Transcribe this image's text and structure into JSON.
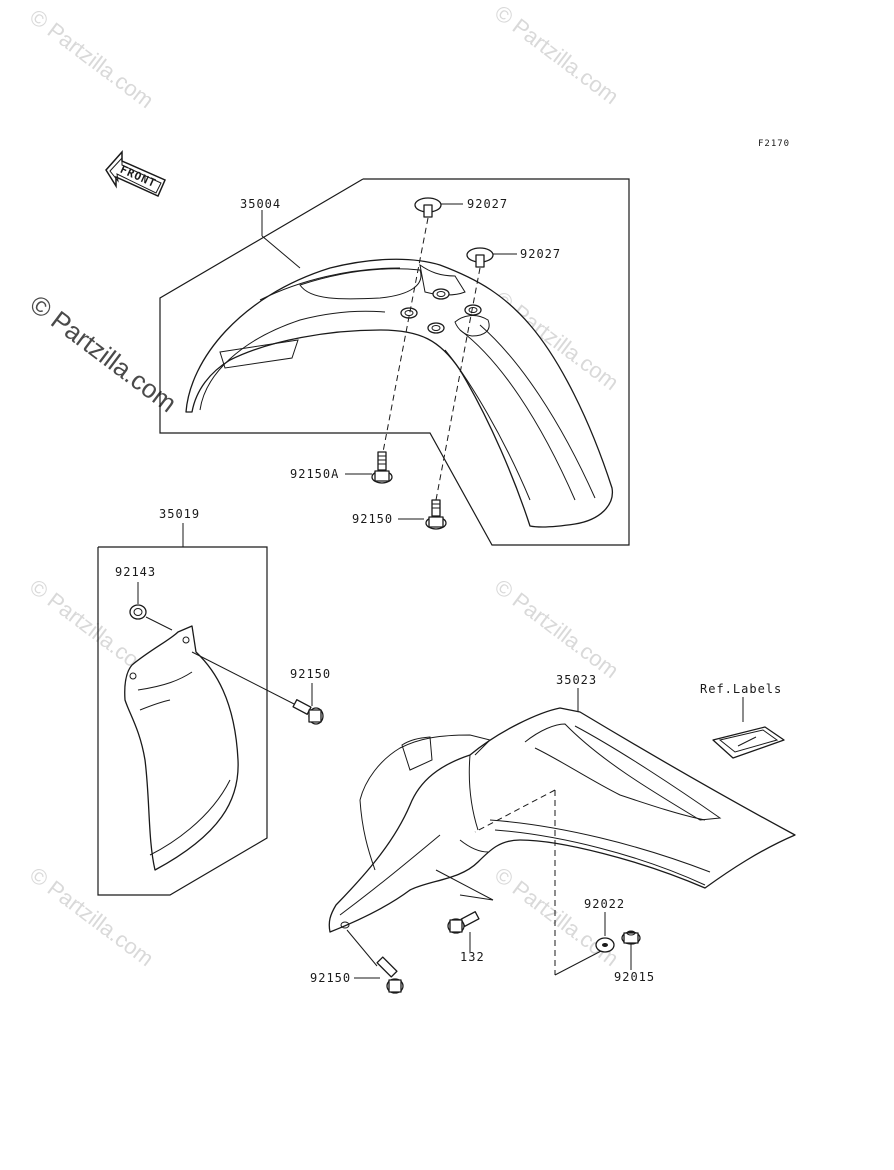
{
  "diagram_code": "F2170",
  "front_arrow_label": "FRONT",
  "watermark": "© Partzilla.com",
  "parts": {
    "front_fender": "35004",
    "front_cap_a": "92027",
    "front_cap_b": "92027",
    "front_bolt_a": "92150A",
    "front_bolt_b": "92150",
    "flap": "35019",
    "flap_nut": "92143",
    "flap_bolt": "92150",
    "rear_fender": "35023",
    "ref_labels": "Ref.Labels",
    "rear_bolt_small": "132",
    "rear_washer": "92022",
    "rear_nut": "92015",
    "rear_bolt": "92150"
  }
}
